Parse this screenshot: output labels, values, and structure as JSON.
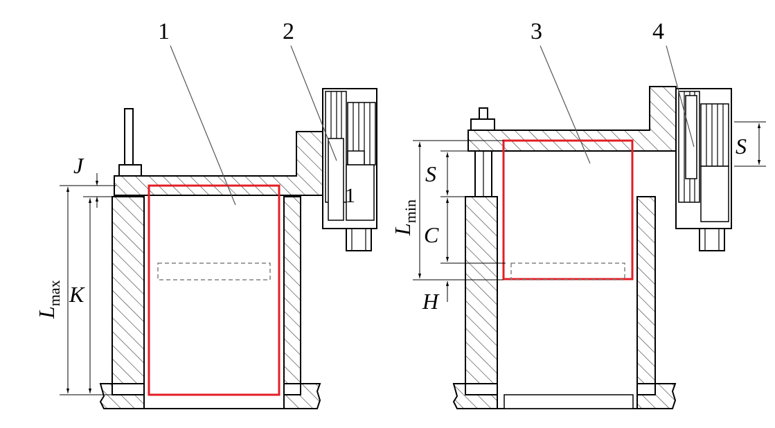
{
  "diagram": {
    "callouts": [
      "1",
      "2",
      "3",
      "4"
    ],
    "inner_mark": "1",
    "dimensions": {
      "j": "J",
      "k": "K",
      "l_max": {
        "main": "L",
        "sub": "max"
      },
      "s_left": "S",
      "c": "C",
      "h": "H",
      "l_min": {
        "main": "L",
        "sub": "min"
      },
      "s_right": "S"
    },
    "colors": {
      "outline": "#000000",
      "highlight": "#e31e24",
      "hidden_line": "#808080",
      "hatch": "#333333"
    }
  }
}
